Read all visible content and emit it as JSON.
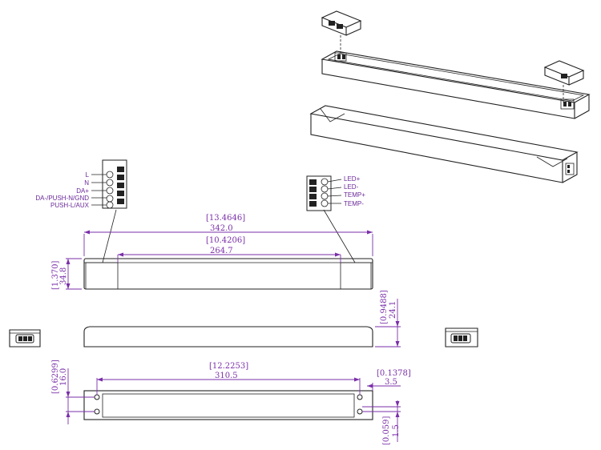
{
  "wiring": {
    "input_terminals": [
      "L",
      "N",
      "DA+",
      "DA-/PUSH-N/GND",
      "PUSH-L/AUX"
    ],
    "output_terminals": [
      "LED+",
      "LED-",
      "TEMP+",
      "TEMP-"
    ]
  },
  "dimensions": {
    "overall_length_in": "[13.4646]",
    "overall_length_mm": "342.0",
    "inner_length_in": "[10.4206]",
    "inner_length_mm": "264.7",
    "width_in": "[1.370]",
    "width_mm": "34.8",
    "height_in": "[0.9488]",
    "height_mm": "24.1",
    "mount_spacing_in": "[12.2253]",
    "mount_spacing_mm": "310.5",
    "mount_offset_in": "[0.1378]",
    "mount_offset_mm": "3.5",
    "mount_width_in": "[0.6299]",
    "mount_width_mm": "16.0",
    "hole_dia_in": "[0.059]",
    "hole_dia_mm": "1.5"
  }
}
